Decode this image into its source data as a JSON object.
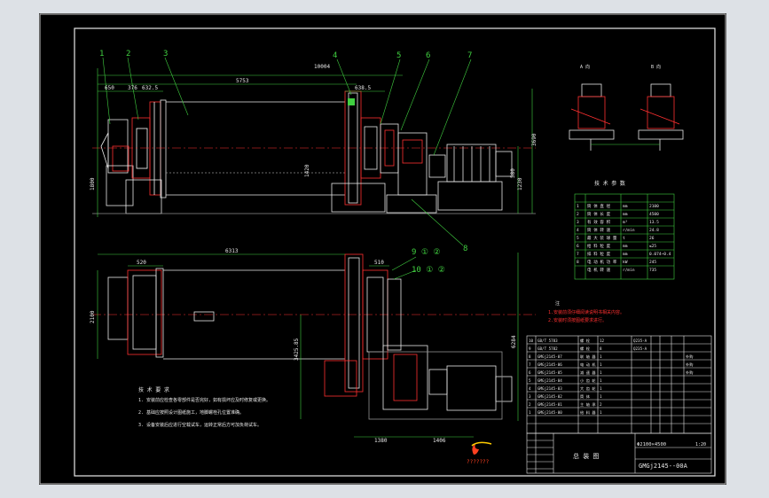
{
  "drawing": {
    "dimensions": {
      "d650": "650",
      "d376": "376",
      "d6325": "632.5",
      "d5753": "5753",
      "d10004": "10004",
      "d6385": "638.5",
      "d3690": "3690",
      "d1800": "1800",
      "d1230": "1230",
      "d580": "580",
      "d1420": "1420",
      "d6313": "6313",
      "d520": "520",
      "d510": "510",
      "d2100": "2100",
      "d6284": "6284",
      "d1380": "1380",
      "d1406": "1406",
      "d3425": "3425.85"
    },
    "balloons": {
      "b1": "1",
      "b2": "2",
      "b3": "3",
      "b4": "4",
      "b5": "5",
      "b6": "6",
      "b7": "7",
      "b8": "8",
      "b9": "9 ① ②",
      "b10": "10 ① ②"
    },
    "side_view_labels": {
      "left": "A 向",
      "right": "B 向"
    },
    "tech_table_title": "技 术 参 数",
    "tech_rows": [
      [
        "1",
        "筒 体 直 径",
        "mm",
        "2100"
      ],
      [
        "2",
        "筒 体 长 度",
        "mm",
        "4500"
      ],
      [
        "3",
        "有 效 容 积",
        "m³",
        "13.5"
      ],
      [
        "4",
        "筒 体 转 速",
        "r/min",
        "24.8"
      ],
      [
        "5",
        "最 大 装 球 量",
        "t",
        "26"
      ],
      [
        "6",
        "给 料 粒 度",
        "mm",
        "≤25"
      ],
      [
        "7",
        "排 料 粒 度",
        "mm",
        "0.074~0.4"
      ],
      [
        "8",
        "电 动 机 功 率",
        "kW",
        "245"
      ],
      [
        "",
        "电 机 转 速",
        "r/min",
        "735"
      ]
    ],
    "notes_title": "注",
    "notes": [
      "1.安装前须仔细阅读说明书相关内容。",
      "2.安装时须按图纸要求进行。"
    ],
    "tech_req_title": "技 术 要 求",
    "tech_req": [
      "1. 安装前应检查各零部件是否完好，如有损坏应及时修复或更换。",
      "2. 基础应按照设计图纸施工，地脚螺栓孔位置准确。",
      "3. 设备安装后应进行空载试车，运转正常后方可加负荷试车。"
    ],
    "parts_rows": [
      [
        "10",
        "GB/T 5783",
        "螺 栓",
        "12",
        "Q235-A",
        "",
        ""
      ],
      [
        "9",
        "GB/T 5782",
        "螺 栓",
        "8",
        "Q235-A",
        "",
        ""
      ],
      [
        "8",
        "GMGj2145-07",
        "联 轴 器",
        "1",
        "",
        "",
        "外购"
      ],
      [
        "7",
        "GMGj2145-06",
        "电 动 机",
        "1",
        "",
        "",
        "外购"
      ],
      [
        "6",
        "GMGj2145-05",
        "减 速 器",
        "1",
        "",
        "",
        "外购"
      ],
      [
        "5",
        "GMGj2145-04",
        "小 齿 轮",
        "1",
        "",
        "",
        ""
      ],
      [
        "4",
        "GMGj2145-03",
        "大 齿 轮",
        "1",
        "",
        "",
        ""
      ],
      [
        "3",
        "GMGj2145-02",
        "筒 体",
        "1",
        "",
        "",
        ""
      ],
      [
        "2",
        "GMGj2145-01",
        "主 轴 承",
        "2",
        "",
        "",
        ""
      ],
      [
        "1",
        "GMGj2145-00",
        "给 料 器",
        "1",
        "",
        "",
        ""
      ]
    ],
    "title_block": {
      "model": "Φ2100×4500",
      "drawing_name": "总 装 图",
      "drawing_no": "GMGj2145--00A",
      "scale": "1:20",
      "company": "???????"
    }
  }
}
